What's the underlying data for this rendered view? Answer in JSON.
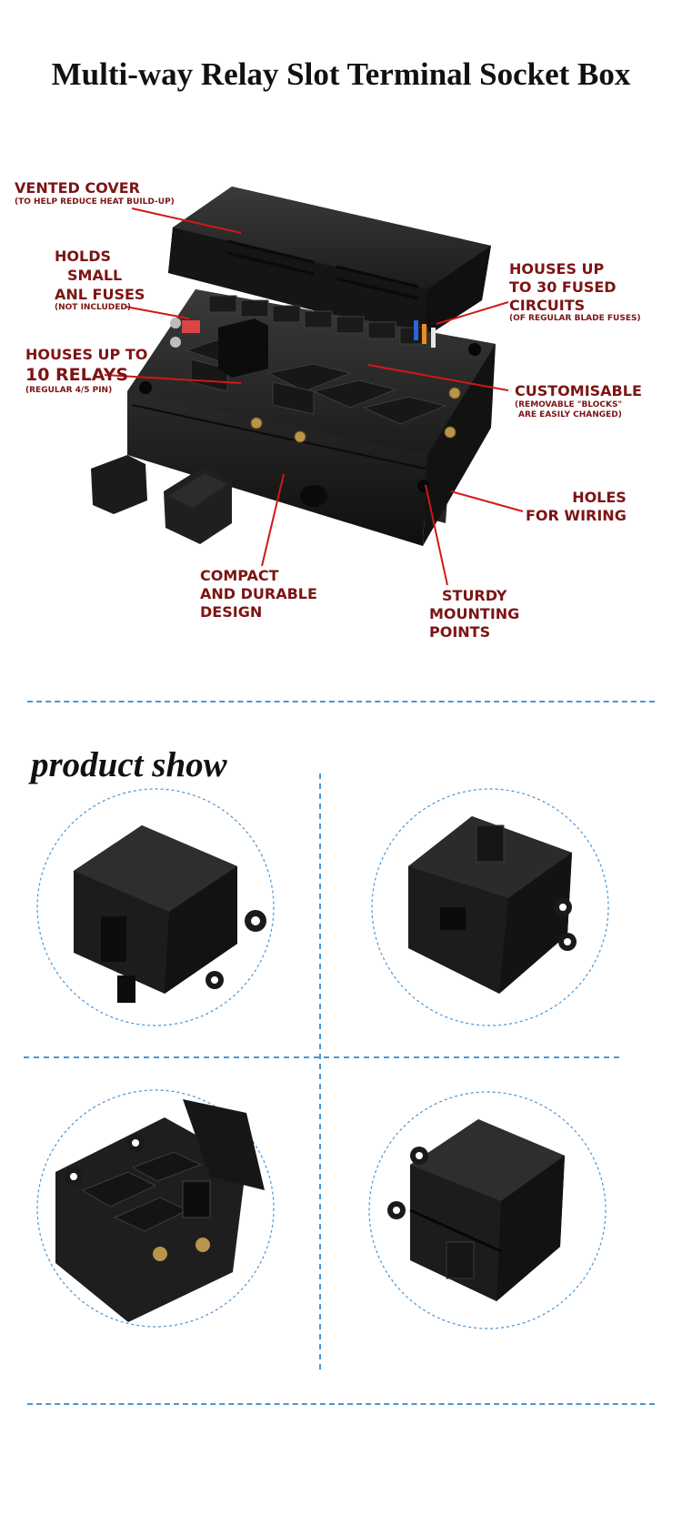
{
  "header": {
    "title": "Multi-way Relay Slot Terminal Socket Box"
  },
  "callouts": {
    "vented_cover": {
      "title": "VENTED COVER",
      "note": "(TO HELP REDUCE HEAT BUILD-UP)"
    },
    "holds_fuses": {
      "line1": "HOLDS",
      "line2": "SMALL",
      "line3": "ANL FUSES",
      "note": "(NOT INCLUDED)"
    },
    "houses_relays": {
      "line1": "HOUSES UP TO",
      "line2": "10 RELAYS",
      "note": "(REGULAR 4/5 PIN)"
    },
    "houses_circuits": {
      "line1": "HOUSES UP",
      "line2": "TO 30 FUSED",
      "line3": "CIRCUITS",
      "note": "(OF REGULAR BLADE FUSES)"
    },
    "customisable": {
      "title": "CUSTOMISABLE",
      "note1": "(REMOVABLE \"BLOCKS\"",
      "note2": "ARE EASILY CHANGED)"
    },
    "holes_wiring": {
      "line1": "HOLES",
      "line2": "FOR WIRING"
    },
    "compact": {
      "line1": "COMPACT",
      "line2": "AND DURABLE",
      "line3": "DESIGN"
    },
    "mounting": {
      "line1": "STURDY",
      "line2": "MOUNTING",
      "line3": "POINTS"
    }
  },
  "product_show": {
    "title": "product show"
  },
  "colors": {
    "callout": "#7d1414",
    "leader": "#d21818",
    "divider": "#4b95d6",
    "plastic": "#1f1f1f"
  },
  "icons": [
    "relay-box-illustration",
    "relay-socket-illustration"
  ]
}
